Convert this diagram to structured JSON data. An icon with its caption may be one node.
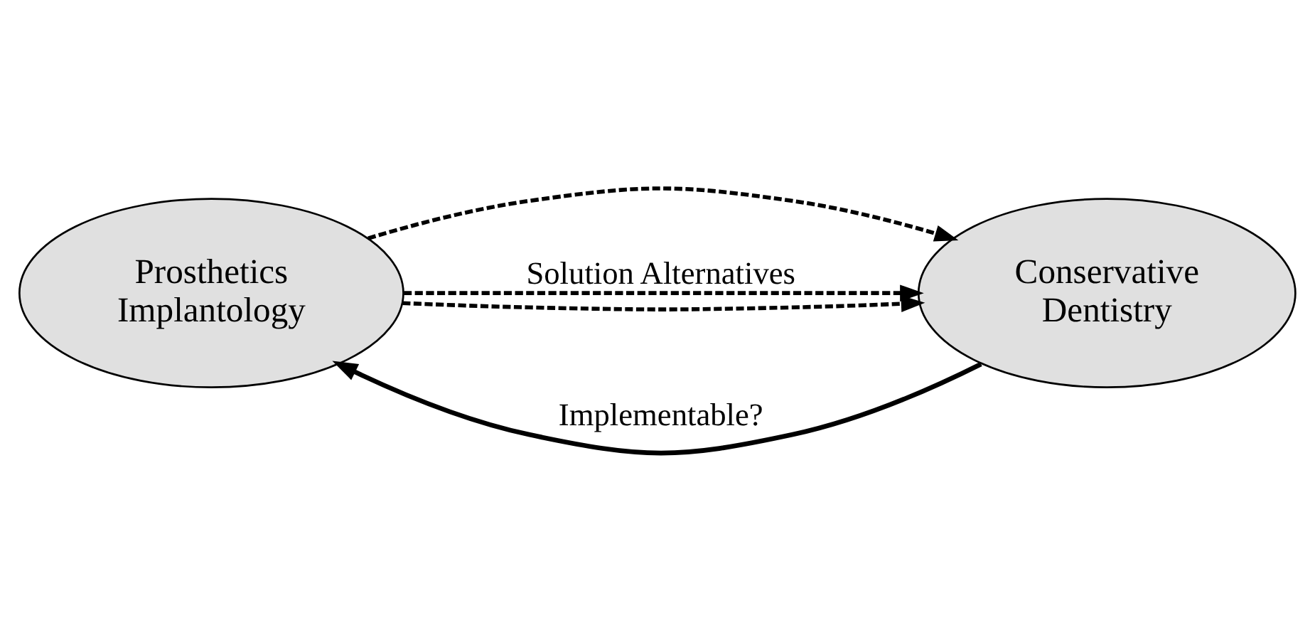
{
  "diagram": {
    "nodes": [
      {
        "text": [
          "Prosthetics Implantology"
        ]
      },
      {
        "text": [
          "Conservative Dentistry"
        ]
      }
    ],
    "edges": [
      {
        "from": 1,
        "to": 0,
        "arrow": "to",
        "label": "Implementable?"
      },
      {
        "from": 0,
        "to": 1,
        "arrow": "to",
        "style": "dashed"
      },
      {
        "from": 0,
        "to": 1,
        "arrow": "to",
        "style": "dashed",
        "label": "Solution Alternatives"
      },
      {
        "from": 0,
        "to": 1,
        "arrow": "to",
        "style": "dashed"
      }
    ]
  }
}
